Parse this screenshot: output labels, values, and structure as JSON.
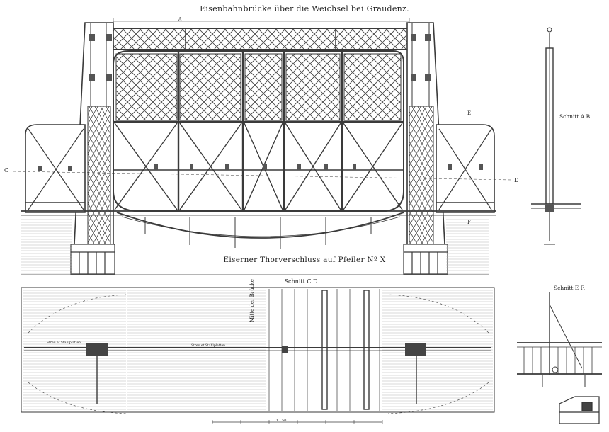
{
  "drawing": {
    "title": "Eisenbahnbrücke über die Weichsel bei Graudenz.",
    "subtitle": "Eiserner Thorverschluss auf Pfeiler Nº X",
    "section_cd": "Schnitt C D",
    "section_ab": "Schnitt A B.",
    "section_ef": "Schnitt E F.",
    "centre_label": "Mitte der Brücke",
    "marker_c": "C",
    "marker_d": "D",
    "marker_a": "A",
    "marker_e": "E",
    "marker_f": "F",
    "beam_label_left": "Streu et Stahlplatten",
    "beam_label_mid": "Streu et Stahlplatten",
    "scale_label": "1 : 50"
  },
  "colors": {
    "ink": "#3a3a3a",
    "paper": "#ffffff",
    "hatch": "#9a9a9a"
  },
  "icons": {
    "corner_sketch": "pier-sketch-icon"
  }
}
